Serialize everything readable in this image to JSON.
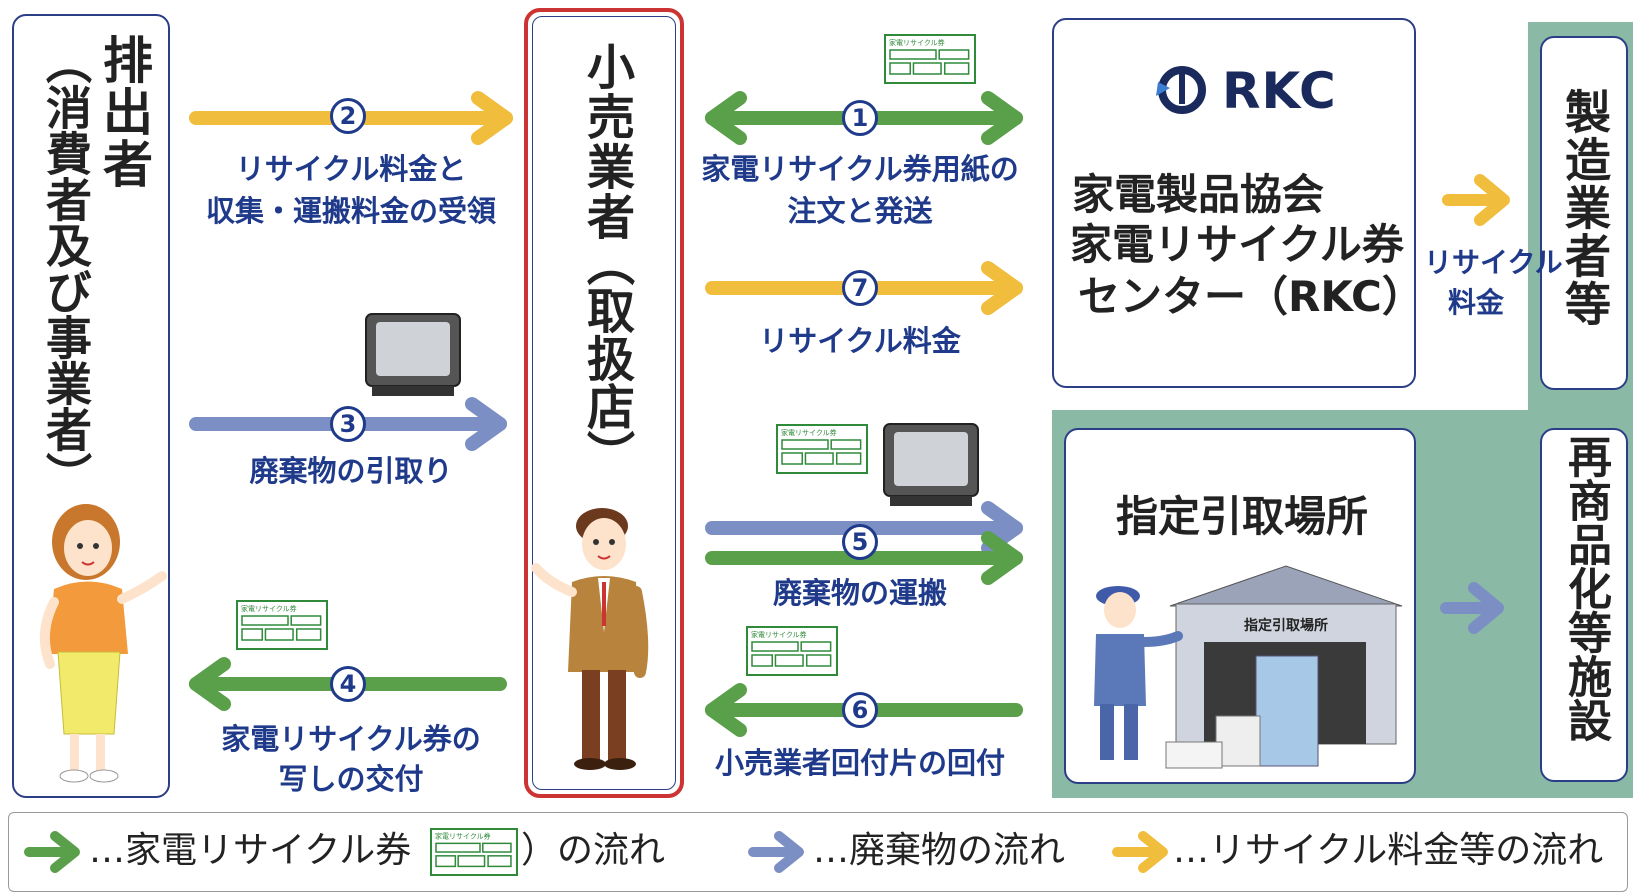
{
  "colors": {
    "green": "#5aa04a",
    "blue": "#7b8fc4",
    "orange": "#f1bd3d",
    "navy": "#1f3a8a",
    "red_border": "#cc3333",
    "teal_bg": "#8ab9a6"
  },
  "discharger": {
    "title": "排出者",
    "subtitle": "（消費者及び事業者）"
  },
  "retailer": {
    "title": "小売業者",
    "subtitle": "（取扱店）"
  },
  "rkc": {
    "logo_text": "RKC",
    "line1": "家電製品協会",
    "line2": "家電リサイクル券",
    "line3": "センター（RKC）"
  },
  "manufacturer": "製造業者等",
  "recycling_fee_side": {
    "line1": "リサイクル",
    "line2": "料金"
  },
  "designated_site": {
    "title": "指定引取場所",
    "building_sign": "指定引取場所"
  },
  "recommercialization": "再商品化等施設",
  "ticket_caption": "家電リサイクル券",
  "steps": [
    {
      "num": "1",
      "line1": "家電リサイクル券用紙の",
      "line2": "注文と発送"
    },
    {
      "num": "2",
      "line1": "リサイクル料金と",
      "line2": "収集・運搬料金の受領"
    },
    {
      "num": "3",
      "line1": "廃棄物の引取り",
      "line2": ""
    },
    {
      "num": "4",
      "line1": "家電リサイクル券の",
      "line2": "写しの交付"
    },
    {
      "num": "5",
      "line1": "廃棄物の運搬",
      "line2": ""
    },
    {
      "num": "6",
      "line1": "小売業者回付片の回付",
      "line2": ""
    },
    {
      "num": "7",
      "line1": "リサイクル料金",
      "line2": ""
    }
  ],
  "legend": {
    "ticket_flow_prefix": "…家電リサイクル券（",
    "ticket_flow_suffix": "）の流れ",
    "waste_flow": "…廃棄物の流れ",
    "fee_flow": "…リサイクル料金等の流れ"
  }
}
